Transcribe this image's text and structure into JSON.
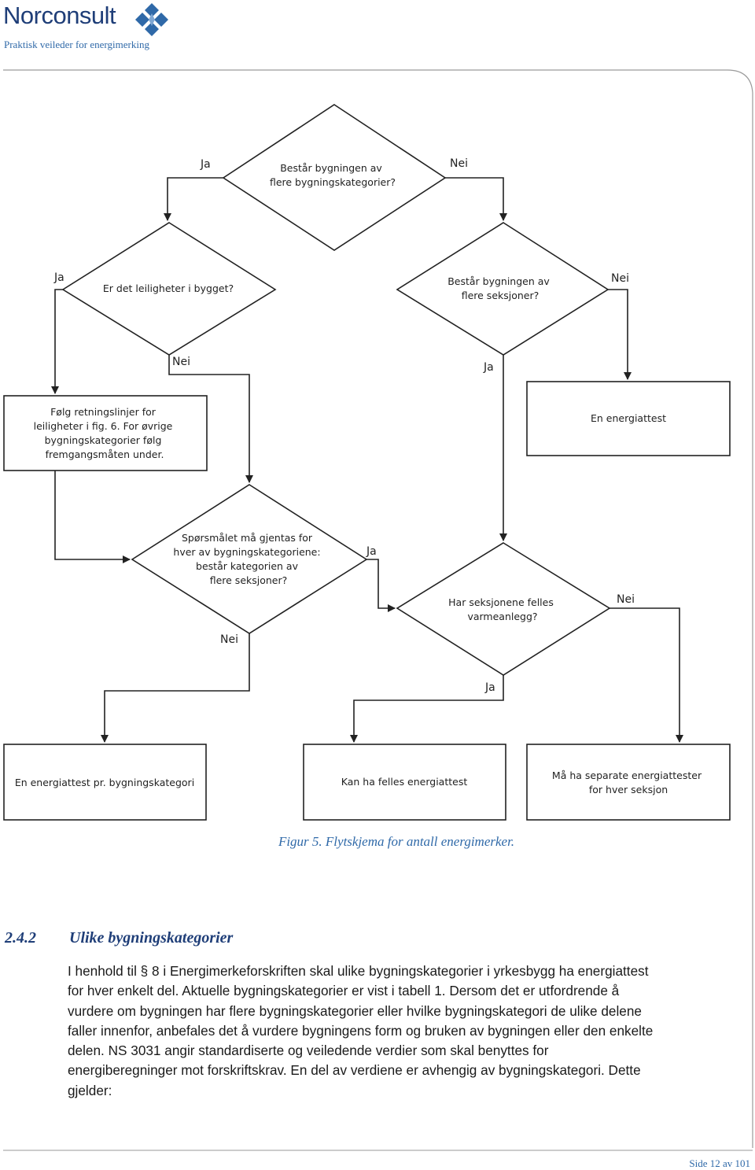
{
  "header": {
    "logo_text": "Norconsult",
    "subtitle": "Praktisk veileder for energimerking"
  },
  "flowchart": {
    "d1": [
      "Består bygningen av",
      "flere bygningskategorier?"
    ],
    "d2": [
      "Er det leiligheter i bygget?"
    ],
    "d3": [
      "Består bygningen av",
      "flere seksjoner?"
    ],
    "box_apartments": [
      "Følg retningslinjer for",
      "leiligheter i fig. 6. For øvrige",
      "bygningskategorier følg",
      "fremgangsmåten under."
    ],
    "box_single": [
      "En energiattest"
    ],
    "d4": [
      "Spørsmålet må gjentas for",
      "hver av bygningskategoriene:",
      "består kategorien av",
      "flere seksjoner?"
    ],
    "d5": [
      "Har seksjonene felles",
      "varmeanlegg?"
    ],
    "box_per_category": [
      "En energiattest pr. bygningskategori"
    ],
    "box_shared": [
      "Kan ha felles energiattest"
    ],
    "box_separate": [
      "Må ha separate energiattester",
      "for hver seksjon"
    ],
    "yes": "Ja",
    "no": "Nei"
  },
  "caption": "Figur 5. Flytskjema for antall energimerker.",
  "section": {
    "number": "2.4.2",
    "title": "Ulike bygningskategorier"
  },
  "body_lines": [
    "I henhold til § 8 i Energimerkeforskriften skal ulike bygningskategorier i yrkesbygg ha energiattest",
    "for hver enkelt del. Aktuelle bygningskategorier er vist i tabell 1. Dersom det er utfordrende å",
    "vurdere om bygningen har flere bygningskategorier eller hvilke bygningskategori de ulike delene",
    "faller innenfor, anbefales det å vurdere bygningens form og bruken av bygningen eller den enkelte",
    "delen. NS 3031 angir standardiserte og veiledende verdier som skal benyttes for",
    "energiberegninger mot forskriftskrav. En del av verdiene er avhengig av bygningskategori. Dette",
    "gjelder:"
  ],
  "footer": "Side 12 av 101"
}
